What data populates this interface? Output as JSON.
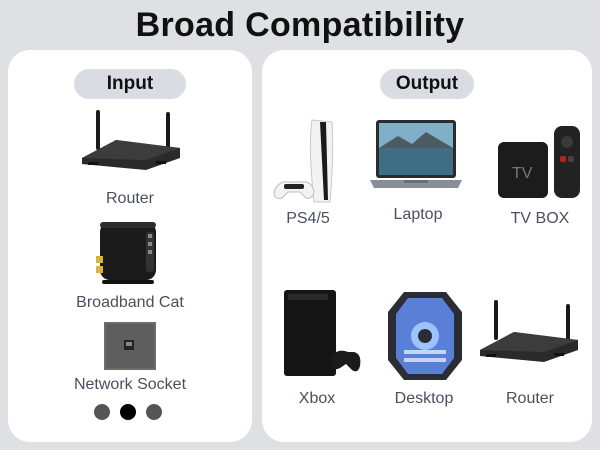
{
  "title": "Broad Compatibility",
  "input": {
    "heading": "Input",
    "items": [
      {
        "label": "Router",
        "icon": "router-icon"
      },
      {
        "label": "Broadband Cat",
        "icon": "broadband-cat-icon"
      },
      {
        "label": "Network Socket",
        "icon": "network-socket-icon"
      }
    ],
    "pagination": {
      "count": 3,
      "active_index": 1
    }
  },
  "output": {
    "heading": "Output",
    "items": [
      {
        "label": "PS4/5",
        "icon": "game-console-icon"
      },
      {
        "label": "Laptop",
        "icon": "laptop-icon"
      },
      {
        "label": "TV BOX",
        "icon": "tv-box-icon"
      },
      {
        "label": "Xbox",
        "icon": "xbox-icon"
      },
      {
        "label": "Desktop",
        "icon": "desktop-pc-icon"
      },
      {
        "label": "Router",
        "icon": "router-icon"
      }
    ]
  },
  "colors": {
    "background": "#dfe0e4",
    "panel": "#ffffff",
    "pill": "#d9dde3",
    "label_text": "#4a5060",
    "dot_inactive": "#555555",
    "dot_active": "#000000"
  }
}
